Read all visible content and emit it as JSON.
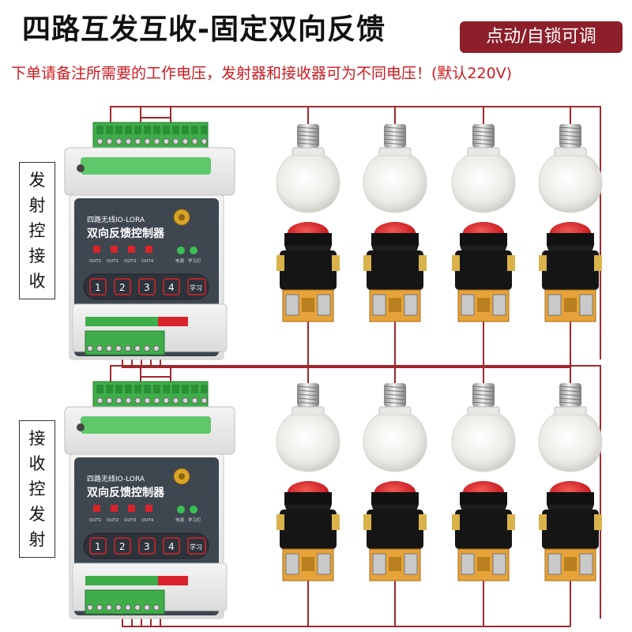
{
  "header": {
    "title": "四路互发互收-固定双向反馈",
    "badge": "点动/自锁可调",
    "notice": "下单请备注所需要的工作电压，发射器和接收器可为不同电压！(默认220V)"
  },
  "groups": [
    {
      "side_label": "发射控接收"
    },
    {
      "side_label": "接收控发射"
    }
  ],
  "controller": {
    "model_line": "四路无线IO-LORA",
    "name": "双向反馈控制器",
    "outputs": [
      "OUT1",
      "OUT2",
      "OUT3",
      "OUT4"
    ],
    "indicators": [
      "电源",
      "学习灯"
    ],
    "keys": [
      "1",
      "2",
      "3",
      "4"
    ],
    "learn_key": "学习"
  },
  "colors": {
    "wire": "#a0282d",
    "terminal_green": "#3fae4a",
    "controller_front": "#3e4650",
    "button_red": "#d8232a",
    "header_badge": "#8c1f2a",
    "notice_red": "#d0191f"
  },
  "devices_per_group": {
    "bulbs": 4,
    "push_buttons": 4
  }
}
